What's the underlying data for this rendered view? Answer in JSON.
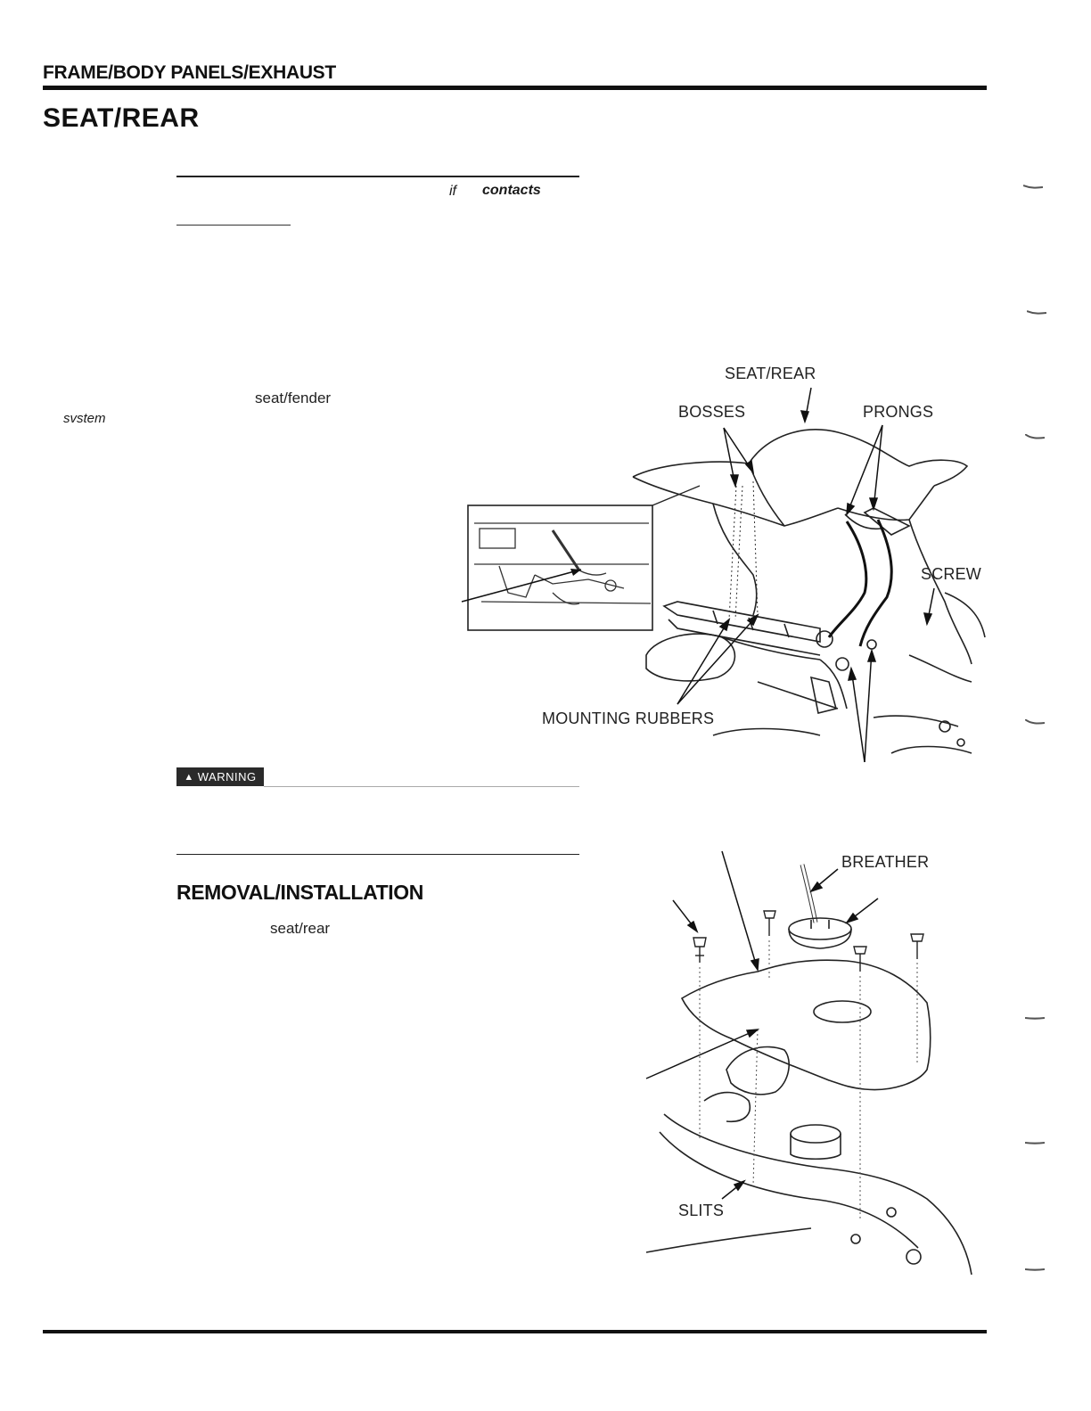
{
  "header": {
    "section": "FRAME/BODY PANELS/EXHAUST",
    "title": "SEAT/REAR"
  },
  "body": {
    "service_fragment_1": "if",
    "service_fragment_2": "contacts",
    "seat_fender": "seat/fender",
    "system": "svstem",
    "warning_label": "WARNING",
    "warning_symbol": "▲"
  },
  "removal": {
    "heading": "REMOVAL/INSTALLATION",
    "seat_rear": "seat/rear"
  },
  "figure1": {
    "callouts": {
      "seat_rear": "SEAT/REAR",
      "bosses": "BOSSES",
      "prongs": "PRONGS",
      "screw": "SCREW",
      "mounting_rubbers": "MOUNTING RUBBERS"
    }
  },
  "figure2": {
    "callouts": {
      "breather": "BREATHER",
      "slits": "SLITS"
    }
  }
}
